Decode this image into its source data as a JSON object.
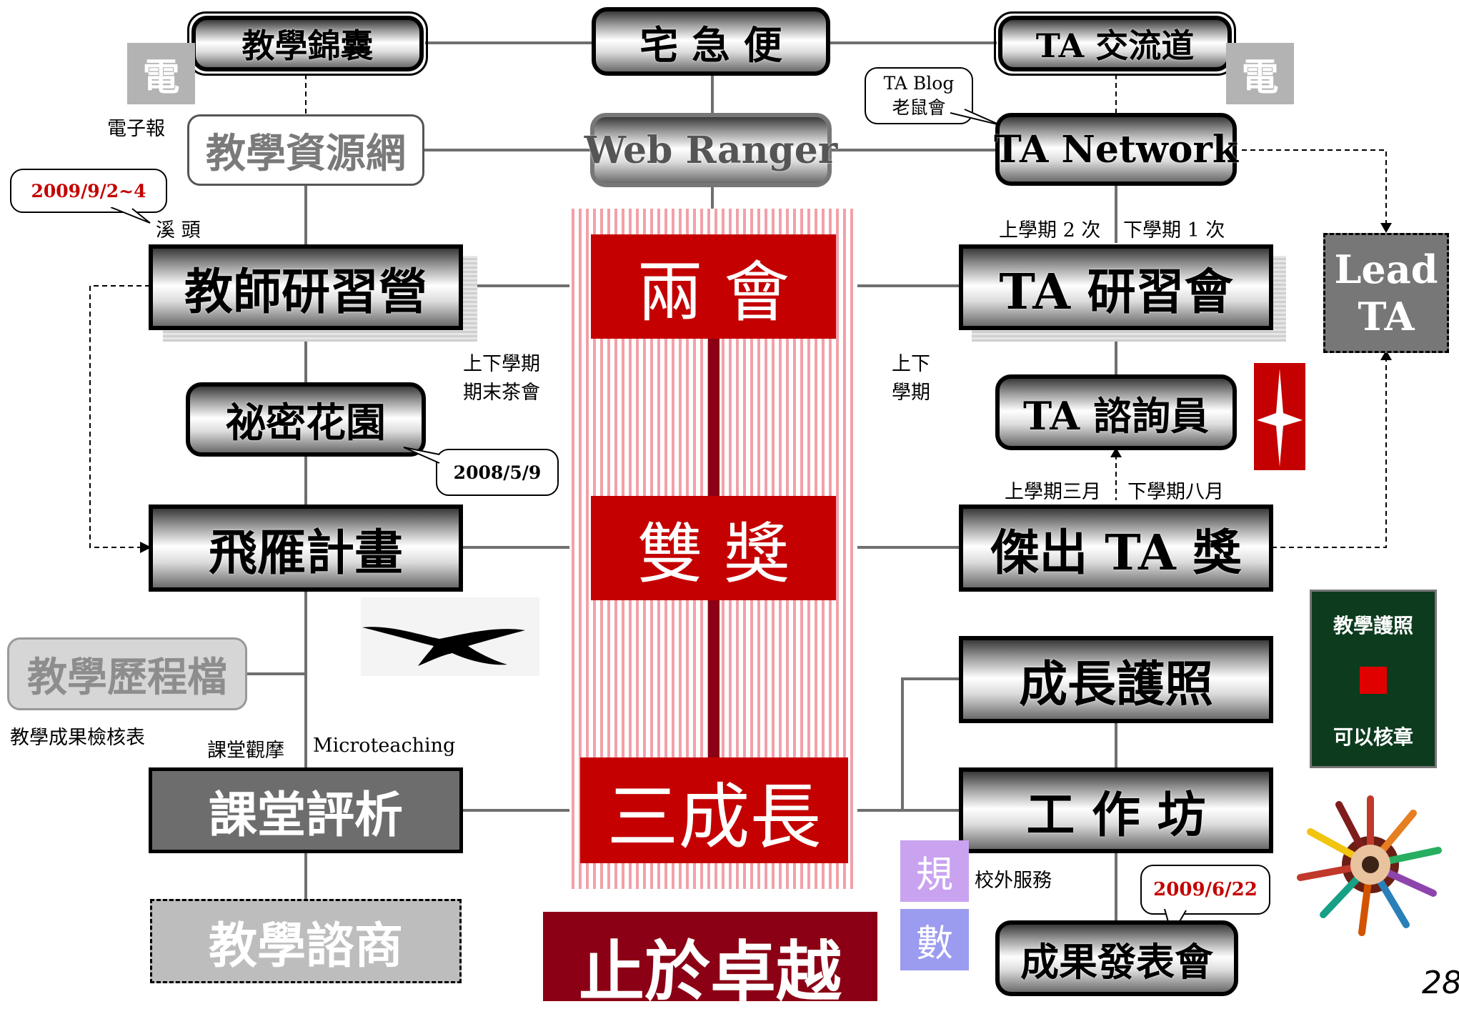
{
  "top": {
    "left_box": "教學錦囊",
    "center_box": "宅 急 便",
    "right_box": "TA 交流道",
    "left_badge": "電",
    "right_badge": "電",
    "epaper": "電子報"
  },
  "row2": {
    "resource_net": "教學資源網",
    "web_ranger": "Web Ranger",
    "ta_network": "TA Network",
    "blog_callout_line1": "TA Blog",
    "blog_callout_line2": "老鼠會"
  },
  "left_column": {
    "date_callout": "2009/9/2~4",
    "location": "溪 頭",
    "teacher_camp": "教師研習營",
    "tea_party_line1": "上下學期",
    "tea_party_line2": "期末茶會",
    "secret_garden": "祕密花園",
    "secret_date": "2008/5/9",
    "flying_geese": "飛雁計畫",
    "portfolio": "教學歷程檔",
    "portfolio_note": "教學成果檢核表",
    "class_observation": "課堂觀摩",
    "microteaching": "Microteaching",
    "class_analysis": "課堂評析",
    "consultation": "教學諮商"
  },
  "center": {
    "two_meetings": "兩 會",
    "two_awards": "雙 獎",
    "three_growth": "三成長",
    "motto": "止於卓越"
  },
  "right_column": {
    "ta_sessions_left": "上學期 2 次",
    "ta_sessions_right": "下學期 1 次",
    "ta_workshop": "TA 研習會",
    "semester_line1": "上下",
    "semester_line2": "學期",
    "ta_consultant": "TA 諮詢員",
    "award_months_left": "上學期三月",
    "award_months_right": "下學期八月",
    "outstanding_ta": "傑出 TA 獎",
    "lead_ta_line1": "Lead",
    "lead_ta_line2": "TA",
    "growth_passport": "成長護照",
    "workshop": "工 作 坊",
    "off_campus": "校外服務",
    "badge_rule": "規",
    "badge_count": "數",
    "presentation_date": "2009/6/22",
    "presentation": "成果發表會",
    "passport_title": "教學護照",
    "passport_note": "可以核章"
  },
  "page_number": "28",
  "colors": {
    "red": "#c40000",
    "dark_red": "#8b0015",
    "stripe_pink": "#f2a0a8",
    "badge_purple": "#c9a3f0",
    "badge_blue": "#9b9bef",
    "passport_green": "#0d3b1e"
  }
}
